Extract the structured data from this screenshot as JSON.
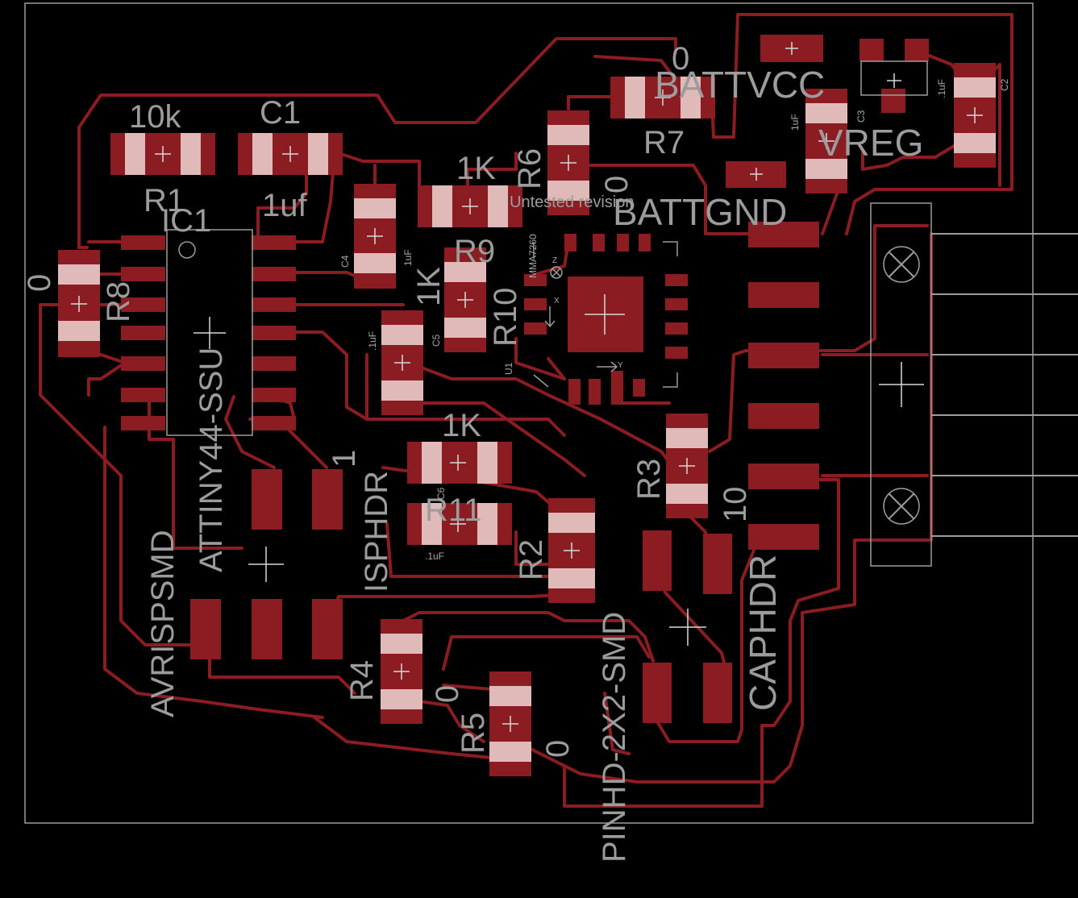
{
  "board": {
    "colors": {
      "background": "#000000",
      "copper": "#8a1c22",
      "silk": "#c9c9c9",
      "text": "#9c9c9c"
    },
    "revision_note": "Untested revision"
  },
  "labels": {
    "r1_value": "10k",
    "r1_name": "R1",
    "c1_name": "C1",
    "c1_value": "1uf",
    "ic1_name": "IC1",
    "ic1_value": "ATTINY44-SSU",
    "r8_name": "R8",
    "r8_value": "0",
    "c4_name": "C4",
    "c4_value": "1uF",
    "r9_value": "1K",
    "r9_name": "R9",
    "r6_name": "R6",
    "r6_value": "0",
    "r7_value": "0",
    "r7_name": "R7",
    "battvcc": "BATTVCC",
    "battgnd": "BATTGND",
    "vreg": "VREG",
    "c3_name": "C3",
    "c3_value": "1uF",
    "c2_name": "C2",
    "c2_value": ".1uF",
    "r10_value": "1K",
    "r10_name": "R10",
    "c5_name": "C5",
    "c5_value": ".1uF",
    "u1_name": "U1",
    "u1_value": "MMA7260",
    "axis_x": "X",
    "axis_y": "Y",
    "axis_z": "Z",
    "r11_value": "1K",
    "r11_name": "R11",
    "c6_name": "C6",
    "c6_value": ".1uF",
    "r3_name": "R3",
    "r3_value": "10",
    "r2_name": "R2",
    "isphdr_name": "ISPHDR",
    "isphdr_value": "1",
    "avrispsmd": "AVRISPSMD",
    "r4_name": "R4",
    "r4_value": "0",
    "r5_name": "R5",
    "r5_value": "0",
    "pinhd": "PINHD-2X2-SMD",
    "caphdr": "CAPHDR"
  }
}
